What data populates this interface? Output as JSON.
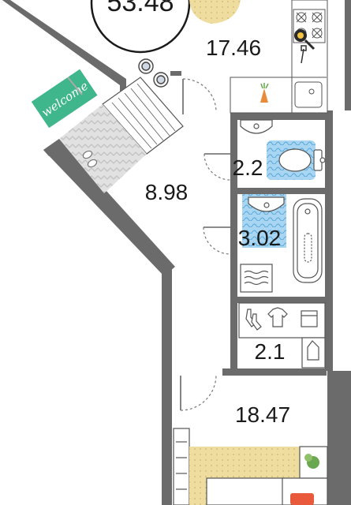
{
  "plan": {
    "total_area": "53.48",
    "doormat_text": "welcome",
    "rooms": [
      {
        "id": "kitchen",
        "area": "17.46"
      },
      {
        "id": "bathroom-wc",
        "area": "2.2"
      },
      {
        "id": "hall",
        "area": "8.98"
      },
      {
        "id": "bathroom",
        "area": "3.02"
      },
      {
        "id": "wardrobe",
        "area": "2.1"
      },
      {
        "id": "bedroom",
        "area": "18.47"
      }
    ]
  },
  "colors": {
    "wall": "#6b6b6b",
    "doormat": "#3fb68c",
    "tile": "#d9d9d9",
    "rug": "#efdc9f",
    "water": "#9fd0ee",
    "accent_red": "#e85a3b",
    "plant": "#6aa84f"
  }
}
